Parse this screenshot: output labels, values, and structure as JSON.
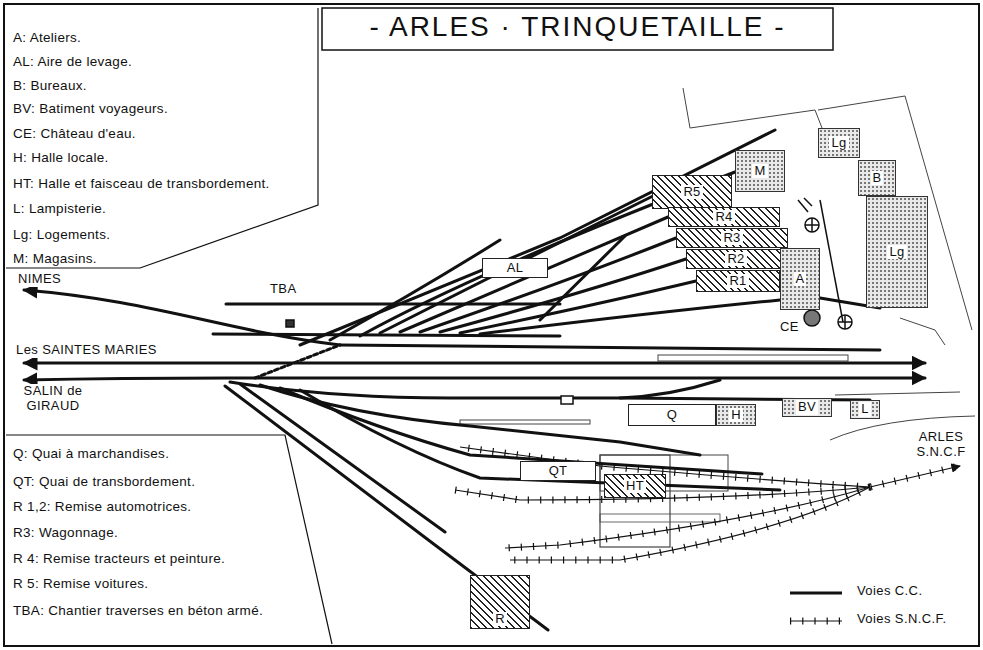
{
  "diagram": {
    "title": "- ARLES · TRINQUETAILLE -",
    "nodes": [
      {
        "text": [
          "R5"
        ]
      },
      {
        "text": [
          "M"
        ]
      },
      {
        "text": [
          "Lg"
        ]
      },
      {
        "text": [
          "B"
        ]
      },
      {
        "text": [
          "R4"
        ]
      },
      {
        "text": [
          "R3"
        ]
      },
      {
        "text": [
          "R2"
        ]
      },
      {
        "text": [
          "R1"
        ]
      },
      {
        "text": [
          "A"
        ]
      },
      {
        "text": [
          "Lg"
        ]
      },
      {
        "text": [
          "AL"
        ]
      },
      {
        "text": [
          "BV"
        ]
      },
      {
        "text": [
          "L"
        ]
      },
      {
        "text": [
          "Q"
        ]
      },
      {
        "text": [
          "H"
        ]
      },
      {
        "text": [
          "QT"
        ]
      },
      {
        "text": [
          "HT"
        ]
      },
      {
        "text": [
          "R"
        ]
      }
    ],
    "labels": [
      "NIMES",
      "TBA",
      "Les SAINTES MARIES",
      "SALIN de GIRAUD",
      "CE",
      "ARLES S.N.C.F",
      "A: Ateliers.",
      "AL: Aire de levage.",
      "B: Bureaux.",
      "BV: Batiment voyageurs.",
      "CE: Château d'eau.",
      "H: Halle locale.",
      "HT: Halle et faisceau de transbordement.",
      "L: Lampisterie.",
      "Lg: Logements.",
      "M: Magasins.",
      "Q: Quai à marchandises.",
      "QT: Quai de transbordement.",
      "R 1,2: Remise automotrices.",
      "R3: Wagonnage.",
      "R 4: Remise tracteurs et peinture.",
      "R 5: Remise voitures.",
      "TBA: Chantier traverses en béton armé."
    ],
    "legend": [
      {
        "text": "Voies C.C."
      },
      {
        "text": "Voies S.N.C.F."
      }
    ]
  }
}
